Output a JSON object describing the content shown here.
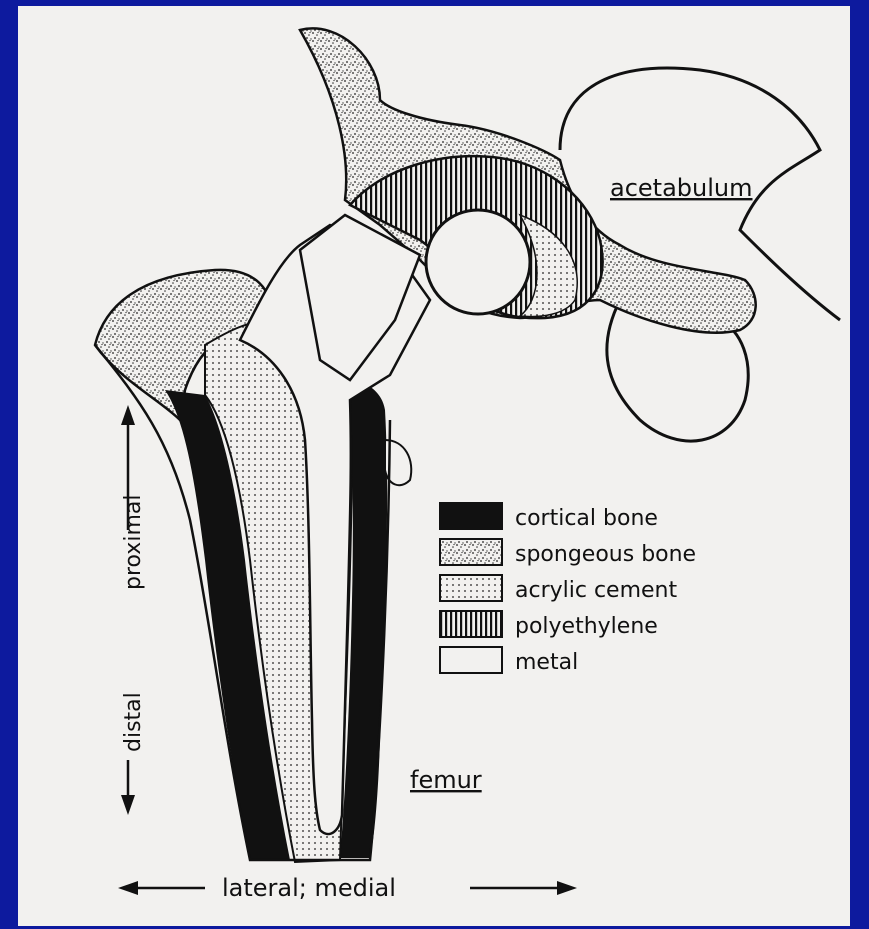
{
  "diagram": {
    "labels": {
      "acetabulum": "acetabulum",
      "femur": "femur",
      "proximal": "proximal",
      "distal": "distal",
      "lateral_medial": "lateral; medial"
    },
    "legend": [
      {
        "key": "cortical",
        "label": "cortical bone"
      },
      {
        "key": "spongeous",
        "label": "spongeous bone"
      },
      {
        "key": "cement",
        "label": "acrylic cement"
      },
      {
        "key": "poly",
        "label": "polyethylene"
      },
      {
        "key": "metal",
        "label": "metal"
      }
    ]
  },
  "colors": {
    "frame": "#0d1a9e",
    "paper": "#f2f1ef",
    "ink": "#111111"
  }
}
